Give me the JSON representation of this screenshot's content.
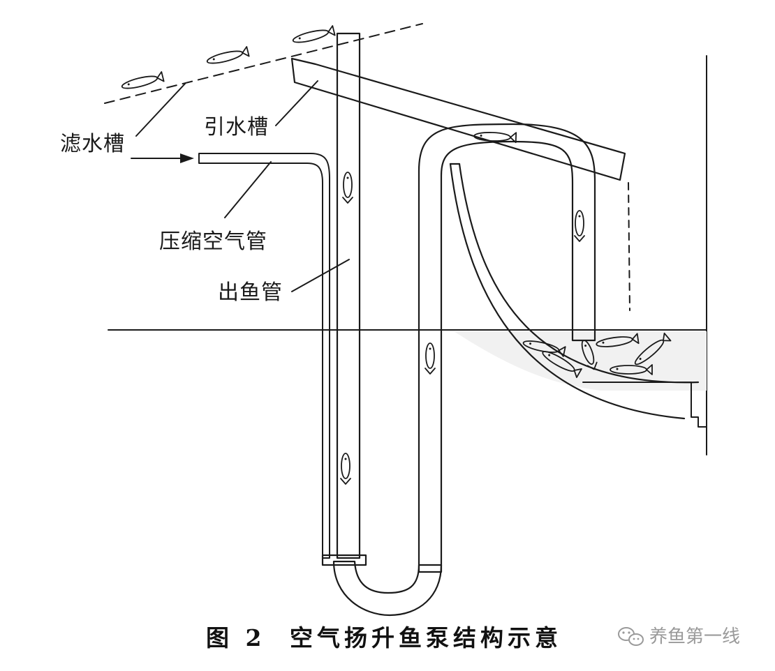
{
  "labels": {
    "filter_tank": "滤水槽",
    "intake_trough": "引水槽",
    "compressed_air_pipe": "压缩空气管",
    "fish_outlet_pipe": "出鱼管"
  },
  "caption": {
    "figure_number": "图 2",
    "title": "空气扬升鱼泵结构示意"
  },
  "watermark": {
    "text": "养鱼第一线",
    "icon": "wechat-icon"
  },
  "colors": {
    "ink": "#1a1a1a",
    "pipe_fill": "#e4e4e4",
    "water_fill": "#f1f1f1",
    "background": "#ffffff",
    "watermark": "#9a9a9a"
  }
}
